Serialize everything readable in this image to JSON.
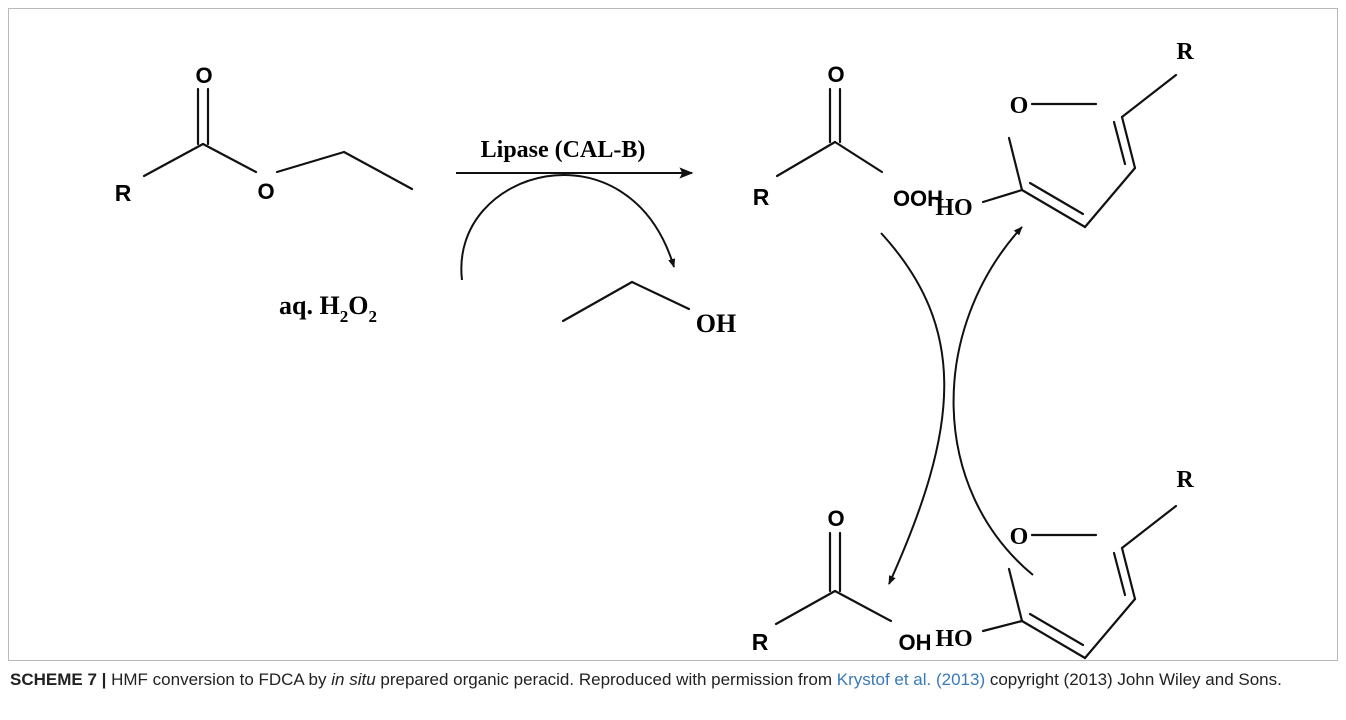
{
  "scheme": {
    "reagent_ester": {
      "r": "R",
      "carbonyl_o": "O",
      "ether_o": "O"
    },
    "arrow_label": "Lipase (CAL-B)",
    "oxidant": {
      "prefix": "aq. H",
      "sub1": "2",
      "mid": "O",
      "sub2": "2"
    },
    "byproduct": {
      "oh": "OH"
    },
    "peracid": {
      "r": "R",
      "carbonyl_o": "O",
      "ooh": "OOH"
    },
    "furan_top": {
      "r": "R",
      "ring_o": "O",
      "ho": "HO"
    },
    "acid": {
      "r": "R",
      "carbonyl_o": "O",
      "oh": "OH"
    },
    "furan_bottom": {
      "r": "R",
      "ring_o": "O",
      "ho": "HO"
    }
  },
  "caption": {
    "label": "SCHEME 7 |",
    "text_1": " HMF conversion to FDCA by ",
    "italic": "in situ",
    "text_2": " prepared organic peracid. Reproduced with permission from ",
    "citation": "Krystof et al. (2013)",
    "text_3": " copyright (2013) John Wiley and Sons."
  }
}
